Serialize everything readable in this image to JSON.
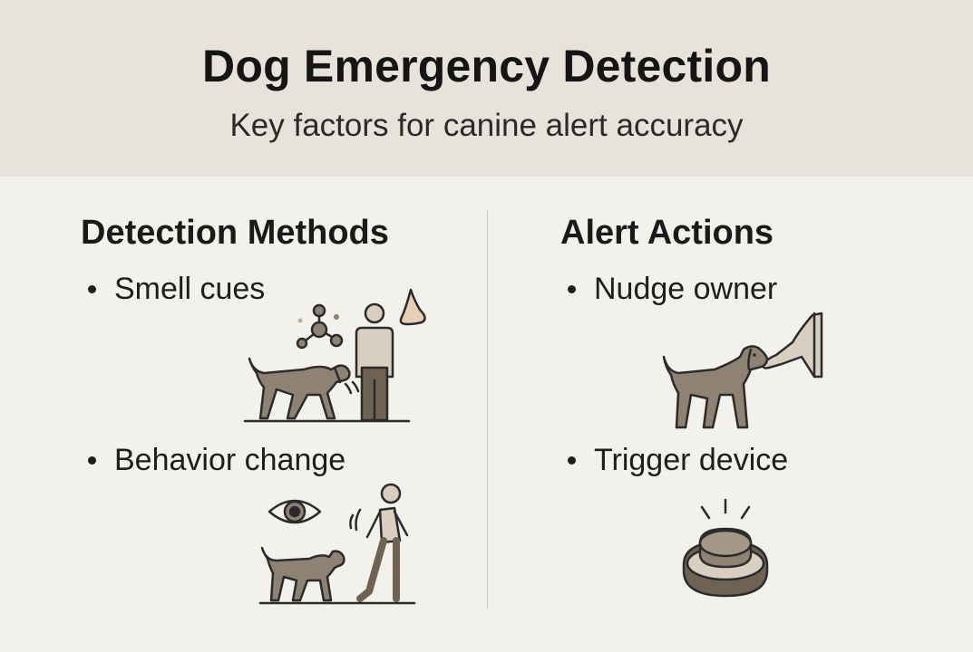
{
  "header": {
    "title": "Dog Emergency Detection",
    "subtitle": "Key factors for canine alert accuracy"
  },
  "columns": [
    {
      "heading": "Detection Methods",
      "items": [
        {
          "label": "Smell cues",
          "icon": "dog-sniffing-person-icon"
        },
        {
          "label": "Behavior change",
          "icon": "dog-watching-walking-person-icon"
        }
      ]
    },
    {
      "heading": "Alert Actions",
      "items": [
        {
          "label": "Nudge owner",
          "icon": "dog-nudging-hand-icon"
        },
        {
          "label": "Trigger device",
          "icon": "alert-button-icon"
        }
      ]
    }
  ],
  "colors": {
    "header_bg": "#e8e3da",
    "page_bg": "#f3f1ec",
    "dog_fill": "#8e8273",
    "outline": "#2b2b2b"
  }
}
